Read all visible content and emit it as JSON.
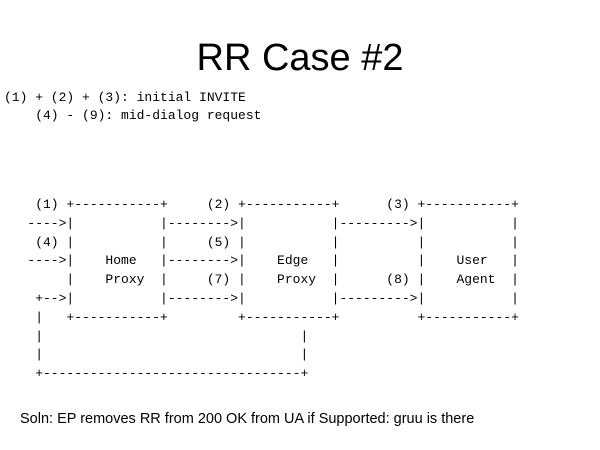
{
  "title": "RR Case #2",
  "notes": [
    "(1) + (2) + (3): initial INVITE",
    "    (4) - (9): mid-dialog request"
  ],
  "diagram": {
    "nodes": [
      "Home Proxy",
      "Edge Proxy",
      "User Agent"
    ],
    "steps": [
      "(1)",
      "(2)",
      "(3)",
      "(4)",
      "(5)",
      "(7)",
      "(8)"
    ],
    "lines": [
      "    (1) +-----------+     (2) +-----------+      (3) +-----------+",
      "   ---->|           |-------->|           |--------->|           |",
      "    (4) |           |     (5) |           |          |           |",
      "   ---->|    Home   |-------->|    Edge   |          |    User   |",
      "        |    Proxy  |     (7) |    Proxy  |      (8) |    Agent  |",
      "    +-->|           |-------->|           |--------->|           |",
      "    |   +-----------+         +-----------+          +-----------+",
      "    |                                 |",
      "    |                                 |",
      "    +---------------------------------+"
    ]
  },
  "solution": "Soln: EP removes RR from 200 OK from UA if Supported: gruu is there"
}
